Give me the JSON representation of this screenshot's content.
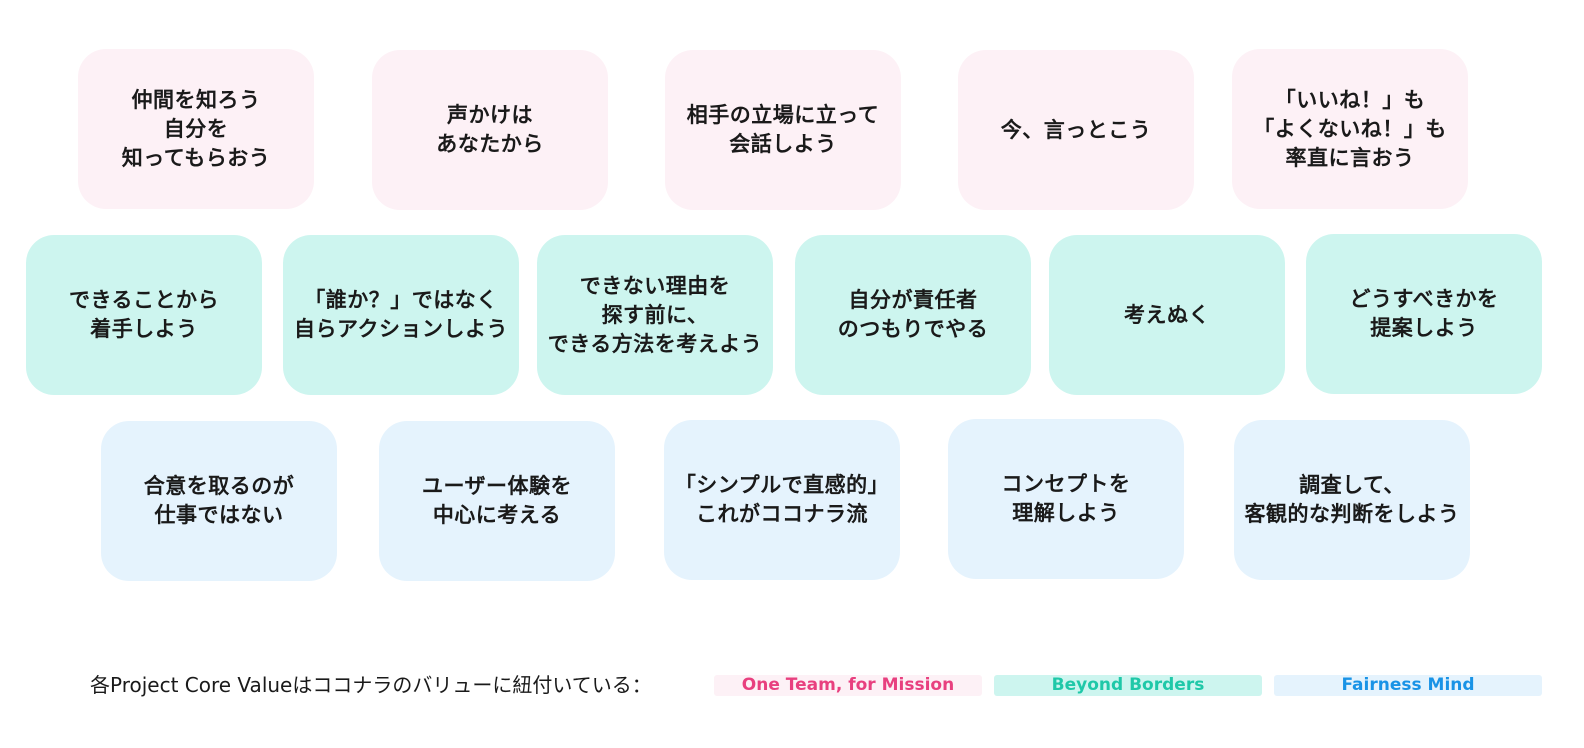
{
  "cards": [
    {
      "text": "仲間を知ろう\n自分を\n知ってもらおう",
      "group": "mission"
    },
    {
      "text": "声かけは\nあなたから",
      "group": "mission"
    },
    {
      "text": "相手の立場に立って\n会話しよう",
      "group": "mission"
    },
    {
      "text": "今、言っとこう",
      "group": "mission"
    },
    {
      "text": "「いいね！」も\n「よくないね！」も\n率直に言おう",
      "group": "mission"
    },
    {
      "text": "できることから\n着手しよう",
      "group": "borders"
    },
    {
      "text": "「誰か？」ではなく\n自らアクションしよう",
      "group": "borders"
    },
    {
      "text": "できない理由を\n探す前に、\nできる方法を考えよう",
      "group": "borders"
    },
    {
      "text": "自分が責任者\nのつもりでやる",
      "group": "borders"
    },
    {
      "text": "考えぬく",
      "group": "borders"
    },
    {
      "text": "どうすべきかを\n提案しよう",
      "group": "borders"
    },
    {
      "text": "合意を取るのが\n仕事ではない",
      "group": "fairness"
    },
    {
      "text": "ユーザー体験を\n中心に考える",
      "group": "fairness"
    },
    {
      "text": "「シンプルで直感的」\nこれがココナラ流",
      "group": "fairness"
    },
    {
      "text": "コンセプトを\n理解しよう",
      "group": "fairness"
    },
    {
      "text": "調査して、\n客観的な判断をしよう",
      "group": "fairness"
    }
  ],
  "legend": {
    "caption": "各Project Core Valueはココナラのバリューに紐付いている：",
    "mission": "One Team, for Mission",
    "borders": "Beyond Borders",
    "fairness": "Fairness Mind"
  },
  "colors": {
    "mission_bg": "#fdf1f6",
    "mission_text": "#e8407f",
    "borders_bg": "#cdf5ef",
    "borders_text": "#1fc8a8",
    "fairness_bg": "#e5f3fd",
    "fairness_text": "#1993e6"
  }
}
